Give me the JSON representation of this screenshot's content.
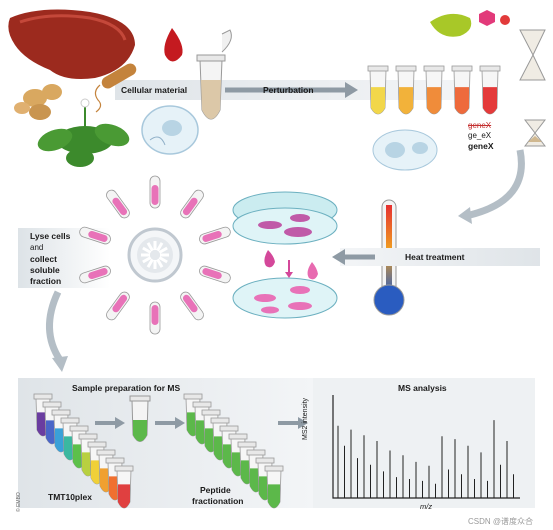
{
  "labels": {
    "cellular_material": "Cellular material",
    "perturbation": "Perturbation",
    "gene_strike": "geneX",
    "gene_partial": "ge_eX",
    "gene_bold": "geneX",
    "heat_treatment": "Heat treatment",
    "lyse_1": "Lyse cells",
    "lyse_2": "and",
    "lyse_3": "collect",
    "lyse_4": "soluble",
    "lyse_5": "fraction",
    "sample_prep": "Sample preparation for MS",
    "ms_analysis": "MS analysis",
    "tmt": "TMT10plex",
    "peptide_1": "Peptide",
    "peptide_2": "fractionation",
    "ms2_axis": "MS2 intensity",
    "mz_axis": "m/z",
    "embo": "© EMBO",
    "watermark": "CSDN @谱度众合"
  },
  "colors": {
    "arrow": "#8e9aa4",
    "tube_gradient": [
      "#f2d74a",
      "#f2b23a",
      "#f08c3a",
      "#ee6a3c",
      "#e43a3a"
    ],
    "tmt_tubes": [
      "#6a3da0",
      "#4a66c8",
      "#3aa0d8",
      "#3ab8a0",
      "#5cc04a",
      "#b8d040",
      "#f0d038",
      "#f0a030",
      "#f07030",
      "#e04040"
    ],
    "ms_panel_bg": "#e8ecee"
  }
}
